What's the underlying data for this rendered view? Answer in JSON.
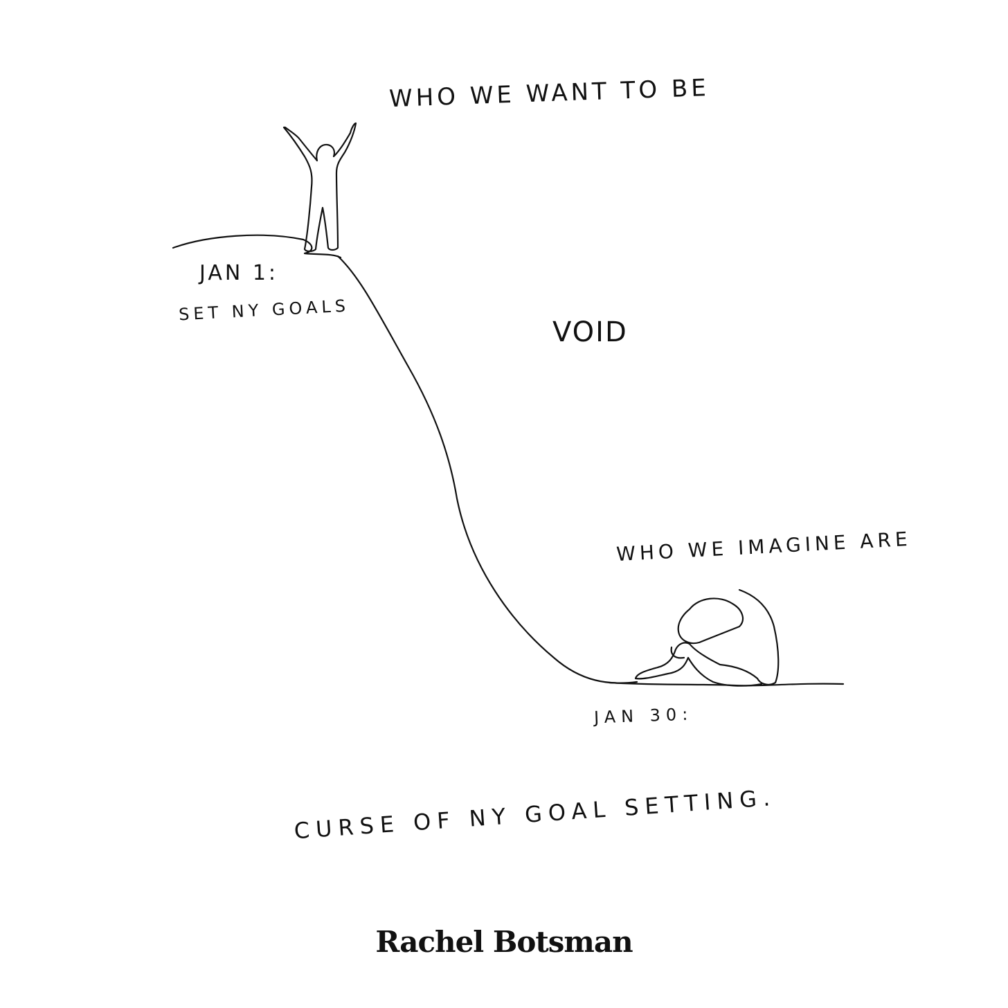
{
  "drawing": {
    "top_label": "WHO WE WANT TO BE",
    "start_date": "JAN 1:",
    "start_caption": "SET NY GOALS",
    "middle_label": "VOID",
    "bottom_label": "WHO WE IMAGINE ARE",
    "end_date": "JAN 30:",
    "caption": "CURSE OF NY GOAL SETTING."
  },
  "brand": {
    "signature": "Rachel Botsman"
  },
  "colors": {
    "ink": "#111111",
    "paper": "#ffffff"
  }
}
